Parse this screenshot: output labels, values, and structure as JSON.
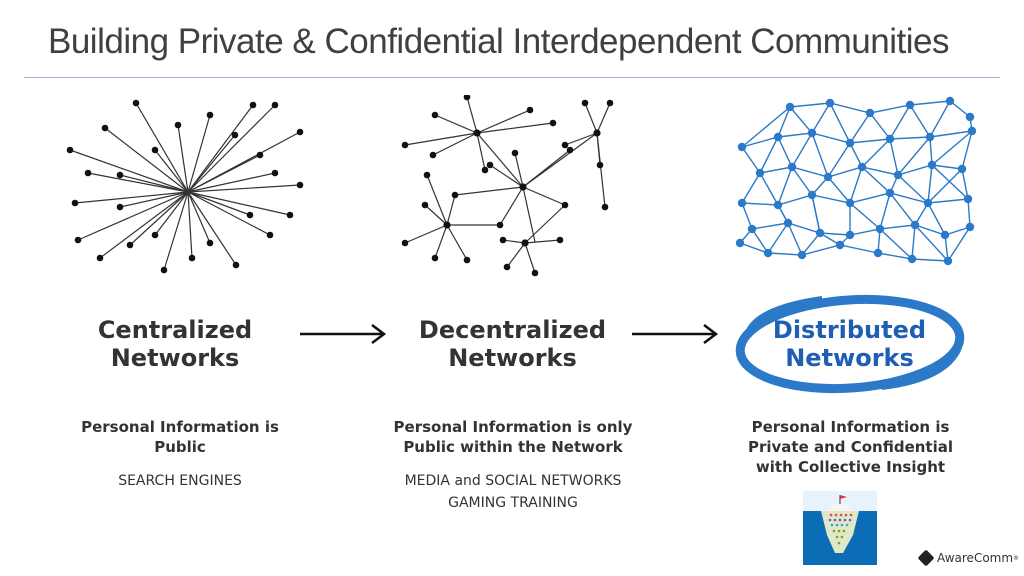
{
  "title": "Building Private & Confidential Interdependent Communities",
  "columns": [
    {
      "name_line1": "Centralized",
      "name_line2": "Networks",
      "desc_line1": "Personal Information is",
      "desc_line2": "Public",
      "sub_line1": "SEARCH ENGINES",
      "sub_line2": ""
    },
    {
      "name_line1": "Decentralized",
      "name_line2": "Networks",
      "desc_line1": "Personal Information is only",
      "desc_line2": "Public within the Network",
      "sub_line1": "MEDIA and SOCIAL NETWORKS",
      "sub_line2": "GAMING TRAINING"
    },
    {
      "name_line1": "Distributed",
      "name_line2": "Networks",
      "desc_line1": "Personal Information is",
      "desc_line2": "Private and Confidential",
      "desc_line3": "with Collective Insight"
    }
  ],
  "logo": {
    "text": "AwareComm",
    "mark": "®"
  },
  "colors": {
    "accent": "#1e5fb3",
    "node_blue": "#2b79c8",
    "text": "#333333",
    "rule": "#9db9d3"
  },
  "icons": [
    "centralized-network-diagram",
    "decentralized-network-diagram",
    "distributed-network-diagram",
    "iceberg-icon",
    "awarecomm-logo-icon"
  ]
}
